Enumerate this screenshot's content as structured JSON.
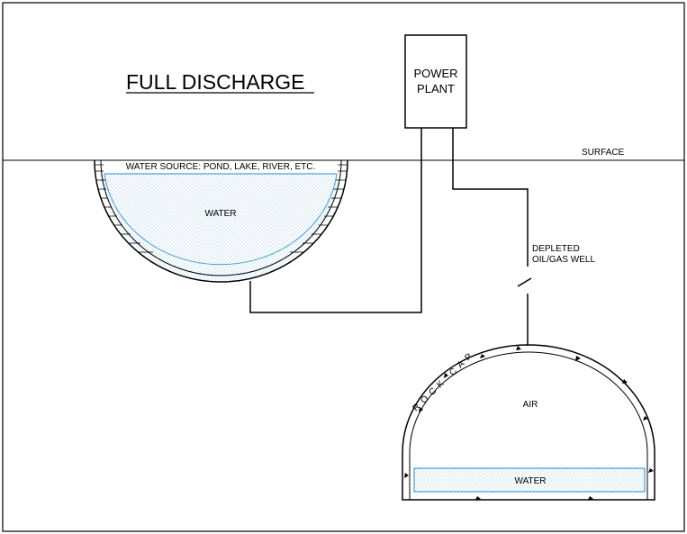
{
  "title": "FULL DISCHARGE",
  "labels": {
    "power_plant_line1": "POWER",
    "power_plant_line2": "PLANT",
    "surface": "SURFACE",
    "water_source": "WATER SOURCE: POND, LAKE, RIVER, ETC.",
    "water_top": "WATER",
    "depleted_line1": "DEPLETED",
    "depleted_line2": "OIL/GAS WELL",
    "rock_cap": "ROCK CAP",
    "air": "AIR",
    "water_bottom": "WATER"
  },
  "colors": {
    "line": "#000000",
    "water_stroke": "#4a9fd0",
    "water_dot": "#6aaed8"
  }
}
